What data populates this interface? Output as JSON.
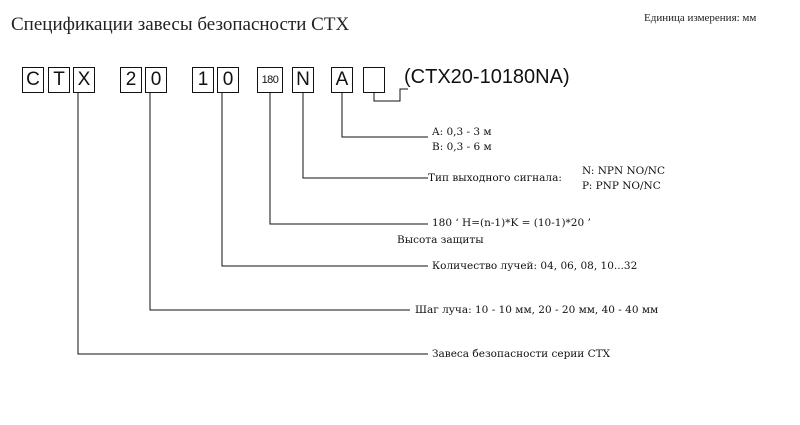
{
  "title": "Спецификации завесы безопасности CTX",
  "unit_label": "Единица измерения: мм",
  "code_boxes": [
    "C",
    "T",
    "X",
    "2",
    "0",
    "1",
    "0",
    "180",
    "N",
    "A",
    ""
  ],
  "model_example": "(CTX20-10180NA)",
  "annotations": {
    "range_a": "A: 0,3 - 3 м",
    "range_b": "B: 0,3 - 6 м",
    "signal_label": "Тип выходного сигнала:",
    "signal_n": "N: NPN NO/NC",
    "signal_p": "P: PNP NO/NC",
    "height_formula": "180  ‘ H=(n-1)*K = (10-1)*20 ’",
    "height_label": "Высота защиты",
    "beam_count": "Количество лучей: 04, 06, 08, 10...32",
    "beam_pitch": "Шаг луча: 10 - 10 мм, 20 - 20 мм, 40 - 40 мм",
    "series": "Завеса безопасности серии CTX"
  }
}
